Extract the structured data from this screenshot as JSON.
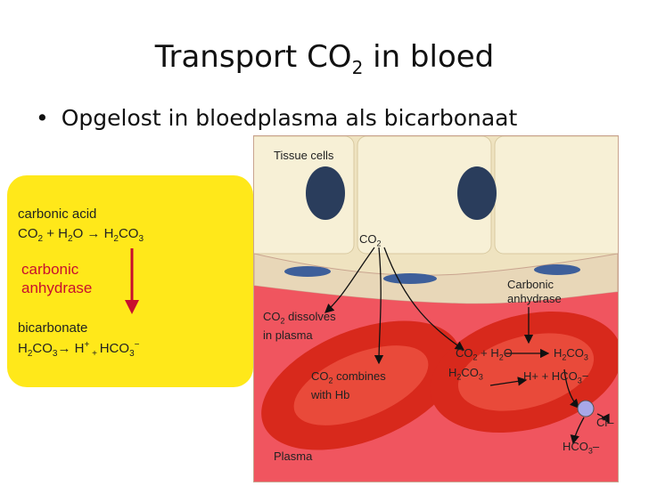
{
  "slide": {
    "title_main": "Transport CO",
    "title_sub": "2",
    "title_end": " in bloed",
    "bullet_marker": "•",
    "bullet": "Opgelost in bloedplasma als bicarbonaat"
  },
  "box": {
    "carbonic_acid": "carbonic acid",
    "eq1": {
      "a": "CO",
      "a_sub": "2",
      "b": " + H",
      "b_sub": "2",
      "c": "O → H",
      "c_sub": "2",
      "d": "CO",
      "d_sub": "3"
    },
    "carbonic_label": "carbonic",
    "anhydrase_label": "anhydrase",
    "bicarbonate": "bicarbonate",
    "eq2": {
      "a": "H",
      "a_sub": "2",
      "b": "CO",
      "b_sub": "3",
      "c": "→ H",
      "c_sup": "+",
      "d": " + ",
      "e": "HCO",
      "e_sub": "3",
      "e_sup": "−"
    }
  },
  "diagram": {
    "tissue_cells": "Tissue cells",
    "co2": "CO",
    "co2_sub": "2",
    "carbonic": "Carbonic",
    "anhydrase": "anhydrase",
    "dissolves_line1_a": "CO",
    "dissolves_line1_sub": "2",
    "dissolves_line1_b": " dissolves",
    "dissolves_line2": "in plasma",
    "combines_line1_a": "CO",
    "combines_line1_sub": "2",
    "combines_line1_b": " combines",
    "combines_line2": "with Hb",
    "reaction1": {
      "a": "CO",
      "a_sub": "2",
      "b": " + H",
      "b_sub": "2",
      "c": "O",
      "d": "H",
      "d_sub": "2",
      "e": "CO",
      "e_sub": "3"
    },
    "reaction2": {
      "a": "H",
      "a_sub": "2",
      "b": "CO",
      "b_sub": "3",
      "c": "H+ + HCO",
      "c_sub": "3",
      "c_end": "−"
    },
    "cl": "Cl–",
    "hco3_a": "HCO",
    "hco3_sub": "3",
    "hco3_end": "–",
    "plasma": "Plasma"
  },
  "colors": {
    "box_yellow": "#ffe81a",
    "arrow_red": "#c8102e",
    "plasma_pink": "#f0555f",
    "rbc_red": "#d8291c",
    "cell_cream": "#f7f0d6",
    "nucleus_navy": "#2a3d5c"
  }
}
